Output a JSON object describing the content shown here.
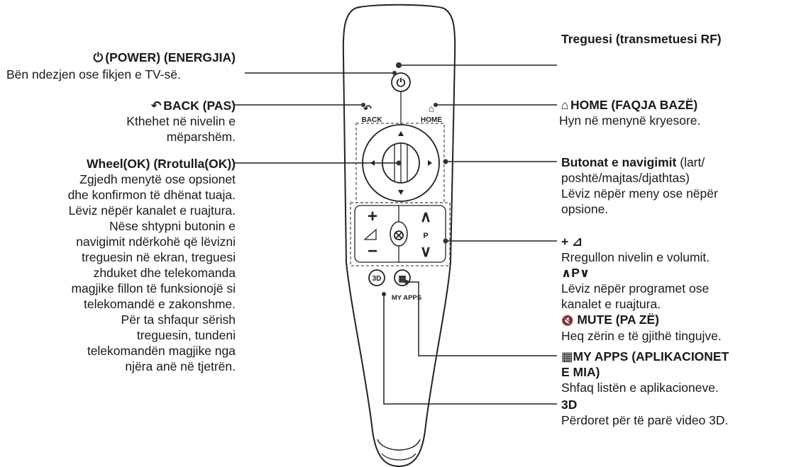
{
  "labels": {
    "power": {
      "icon": "⏻",
      "title": "(POWER) (ENERGJIA)",
      "desc": "Bën ndezjen ose fikjen e TV-së."
    },
    "back": {
      "icon": "↶",
      "title": "BACK (PAS)",
      "desc": [
        "Kthehet në nivelin e",
        "mëparshëm."
      ]
    },
    "wheel": {
      "title": "Wheel(OK) (Rrotulla(OK))",
      "desc": [
        "Zgjedh menytë ose opsionet",
        "dhe konfirmon të dhënat tuaja.",
        "Lëviz nëpër kanalet e ruajtura.",
        "Nëse shtypni butonin e",
        "navigimit ndërkohë që lëvizni",
        "treguesin në ekran, treguesi",
        "zhduket dhe telekomanda",
        "magjike fillon të funksionojë si",
        "telekomandë e zakonshme.",
        "Për ta shfaqur sërish",
        "treguesin, tundeni",
        "telekomandën magjike nga",
        "njëra anë në tjetrën."
      ]
    },
    "pointer": {
      "title": "Treguesi (transmetuesi RF)"
    },
    "home": {
      "icon": "⌂",
      "title": "HOME (FAQJA BAZË)",
      "desc": "Hyn në menynë kryesore."
    },
    "nav": {
      "title": "Butonat e navigimit",
      "title_suffix": " (lart/",
      "desc": [
        "poshtë/majtas/djathtas)",
        "Lëviz nëpër meny ose nëpër",
        "opsione."
      ]
    },
    "volume": {
      "title": "+ ⊿",
      "desc": "Rregullon nivelin e volumit.",
      "program_title": "∧P∨",
      "program_desc": [
        "Lëviz nëpër programet ose",
        "kanalet e ruajtura."
      ],
      "mute_icon": "🔇",
      "mute_title": "MUTE (PA ZË)",
      "mute_desc": "Heq zërin e të gjithë tingujve."
    },
    "myapps": {
      "icon": "▦",
      "title": [
        "MY APPS (APLIKACIONET",
        "E MIA)"
      ],
      "desc": "Shfaq listën e aplikacioneve."
    },
    "threed": {
      "title": "3D",
      "desc": "Përdoret për të parë video 3D."
    }
  },
  "remote_buttons": {
    "back": "BACK",
    "home": "HOME",
    "plus": "+",
    "minus": "−",
    "up": "∧",
    "down": "∨",
    "p": "P",
    "threed": "3D",
    "myapps": "MY APPS",
    "power": "⏻",
    "mute": "⨂"
  }
}
